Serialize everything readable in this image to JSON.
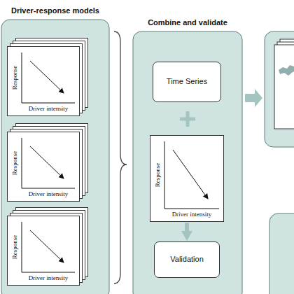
{
  "diagram": {
    "nodes": [
      {
        "text": [
          "Driver-response models"
        ]
      },
      {
        "text": [
          "Response",
          "Driver intensity"
        ],
        "in": 0
      },
      {
        "text": [
          "Response",
          "Driver intensity"
        ],
        "in": 0
      },
      {
        "text": [
          "Response",
          "Driver intensity"
        ],
        "in": 0
      },
      {
        "text": [
          "Combine and validate"
        ]
      },
      {
        "text": [
          "Time Series"
        ],
        "in": 4
      },
      {
        "text": [
          "Response",
          "Driver intensity"
        ],
        "in": 4
      },
      {
        "text": [
          "Validation"
        ],
        "in": 4
      }
    ],
    "edges": [
      {
        "from": 6,
        "to": 7,
        "arrow": "to"
      }
    ]
  }
}
